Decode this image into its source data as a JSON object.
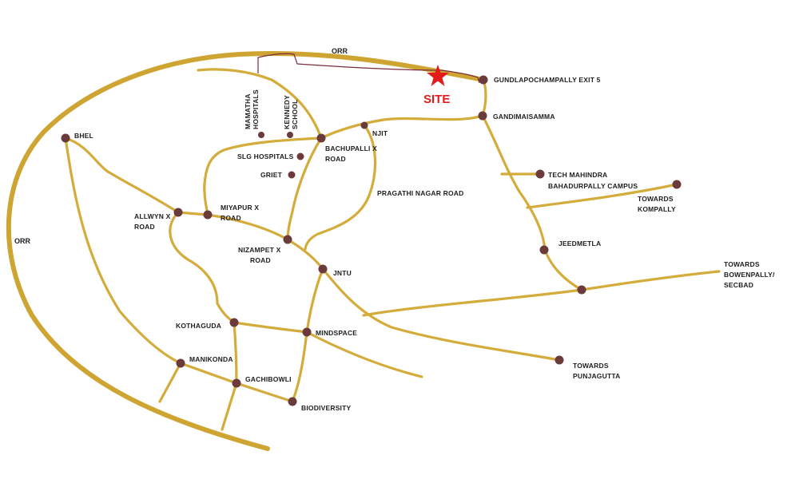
{
  "colors": {
    "road": "#d4ac3b",
    "orr": "#cea533",
    "dot": "#6b3a3a",
    "site": "#e31b1b",
    "boundary": "#7b2b3b",
    "text": "#1e1e1e"
  },
  "labels": {
    "orr_top": "ORR",
    "orr_left": "ORR",
    "site": "SITE",
    "gundlapochampally": "GUNDLAPOCHAMPALLY EXIT 5",
    "gandimaisamma": "GANDIMAISAMMA",
    "tech_mahindra_1": "TECH MAHINDRA",
    "tech_mahindra_2": "BAHADURPALLY CAMPUS",
    "kompally_1": "TOWARDS",
    "kompally_2": "KOMPALLY",
    "jeedmetla": "JEEDMETLA",
    "bowenpally_1": "TOWARDS",
    "bowenpally_2": "BOWENPALLY/",
    "bowenpally_3": "SECBAD",
    "punjagutta_1": "TOWARDS",
    "punjagutta_2": "PUNJAGUTTA",
    "bhel": "BHEL",
    "mamatha_1": "MAMATHA",
    "mamatha_2": "HOSPITALS",
    "kennedy_1": "KENNEDY",
    "kennedy_2": "SCHOOL",
    "njit": "NJIT",
    "slg": "SLG HOSPITALS",
    "bachupalli_1": "BACHUPALLI X",
    "bachupalli_2": "ROAD",
    "griet": "GRIET",
    "pragathi": "PRAGATHI NAGAR ROAD",
    "allwyn_1": "ALLWYN X",
    "allwyn_2": "ROAD",
    "miyapur_1": "MIYAPUR X",
    "miyapur_2": "ROAD",
    "nizampet_1": "NIZAMPET X",
    "nizampet_2": "ROAD",
    "jntu": "JNTU",
    "kothaguda": "KOTHAGUDA",
    "mindspace": "MINDSPACE",
    "manikonda": "MANIKONDA",
    "gachibowli": "GACHIBOWLI",
    "biodiversity": "BIODIVERSITY"
  },
  "markers": {
    "site": "star-icon",
    "places": "location-dot-icon"
  }
}
